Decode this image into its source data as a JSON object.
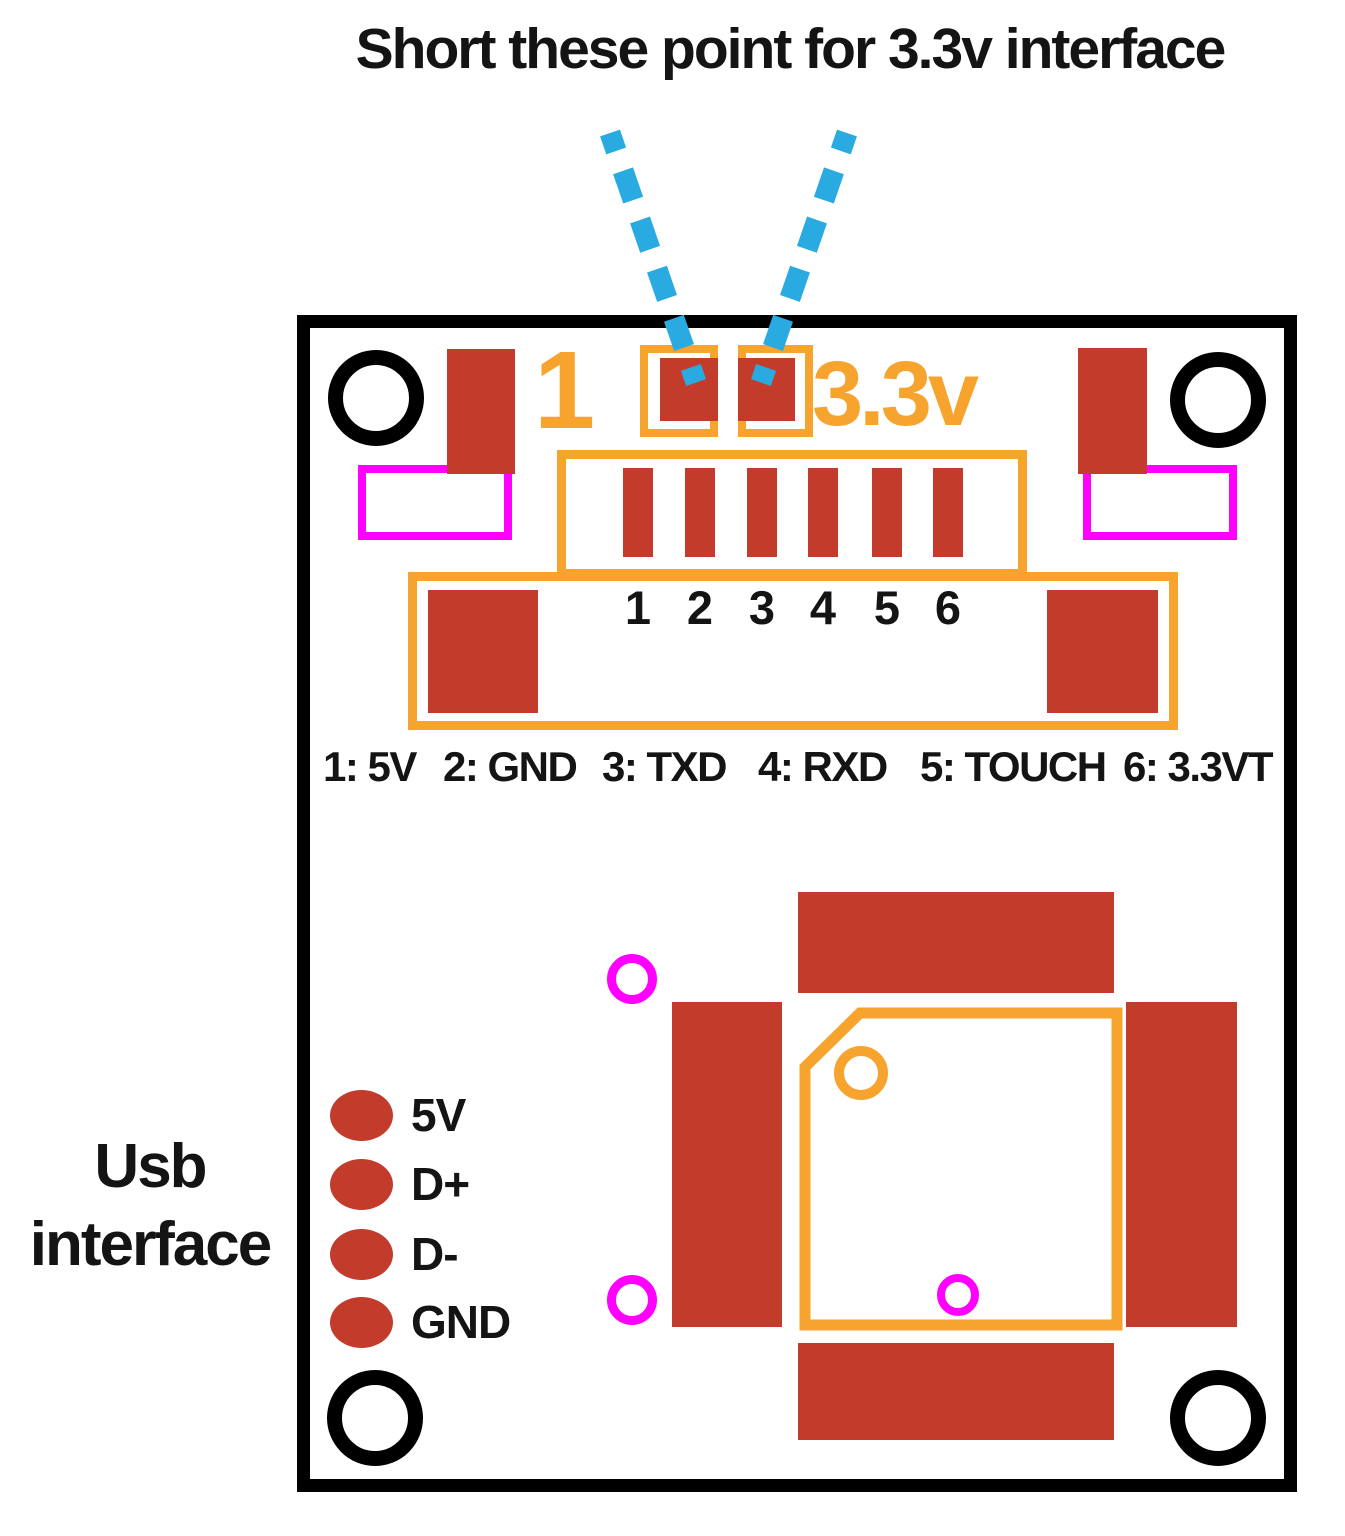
{
  "title": "Short these point for 3.3v interface",
  "jumper": {
    "index_label": "1",
    "voltage_label": "3.3v"
  },
  "connector": {
    "pin_numbers": [
      "1",
      "2",
      "3",
      "4",
      "5",
      "6"
    ],
    "pin_functions": [
      "1: 5V",
      "2: GND",
      "3: TXD",
      "4: RXD",
      "5: TOUCH",
      "6: 3.3VT"
    ]
  },
  "usb": {
    "title_line1": "Usb",
    "title_line2": "interface",
    "pins": [
      "5V",
      "D+",
      "D-",
      "GND"
    ]
  },
  "colors": {
    "pad_red": "#C23B2B",
    "outline_orange": "#F7A42E",
    "highlight_magenta": "#FF00FF",
    "callout_blue": "#29ABE2",
    "board_black": "#000000"
  }
}
